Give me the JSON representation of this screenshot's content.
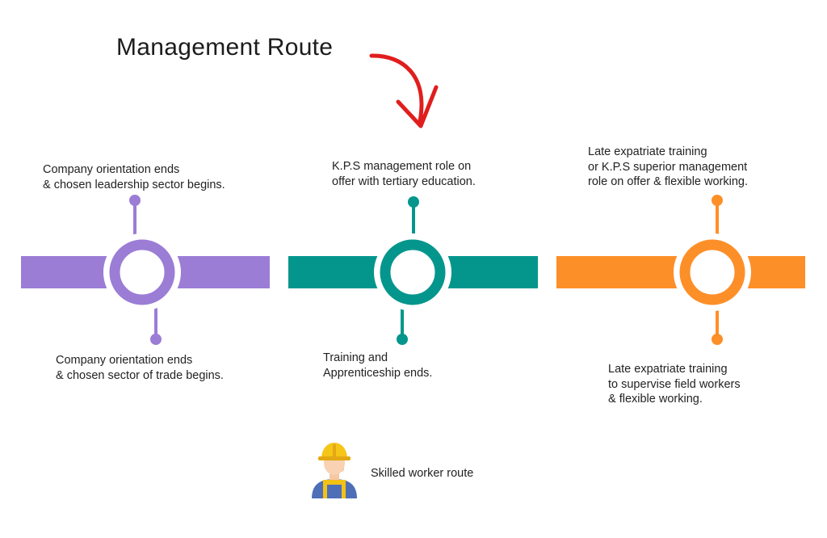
{
  "title": "Management Route",
  "colors": {
    "purple": "#9b7dd6",
    "teal": "#04968c",
    "orange": "#fd8f29",
    "arrow": "#e01e1e"
  },
  "stages": [
    {
      "color": "#9b7dd6",
      "top_label": [
        "Company orientation ends",
        "& chosen leadership sector begins."
      ],
      "bottom_label": [
        "Company orientation ends",
        "& chosen sector of trade begins."
      ]
    },
    {
      "color": "#04968c",
      "top_label": [
        "K.P.S management role on",
        "offer with tertiary education."
      ],
      "bottom_label": [
        "Training and",
        "Apprenticeship ends."
      ]
    },
    {
      "color": "#fd8f29",
      "top_label": [
        "Late expatriate training",
        "or K.P.S superior management",
        "role on offer & flexible working."
      ],
      "bottom_label": [
        "Late expatriate training",
        "to supervise field workers",
        "& flexible working."
      ]
    }
  ],
  "legend": {
    "icon": "worker-hard-hat-icon",
    "label": "Skilled worker route"
  }
}
